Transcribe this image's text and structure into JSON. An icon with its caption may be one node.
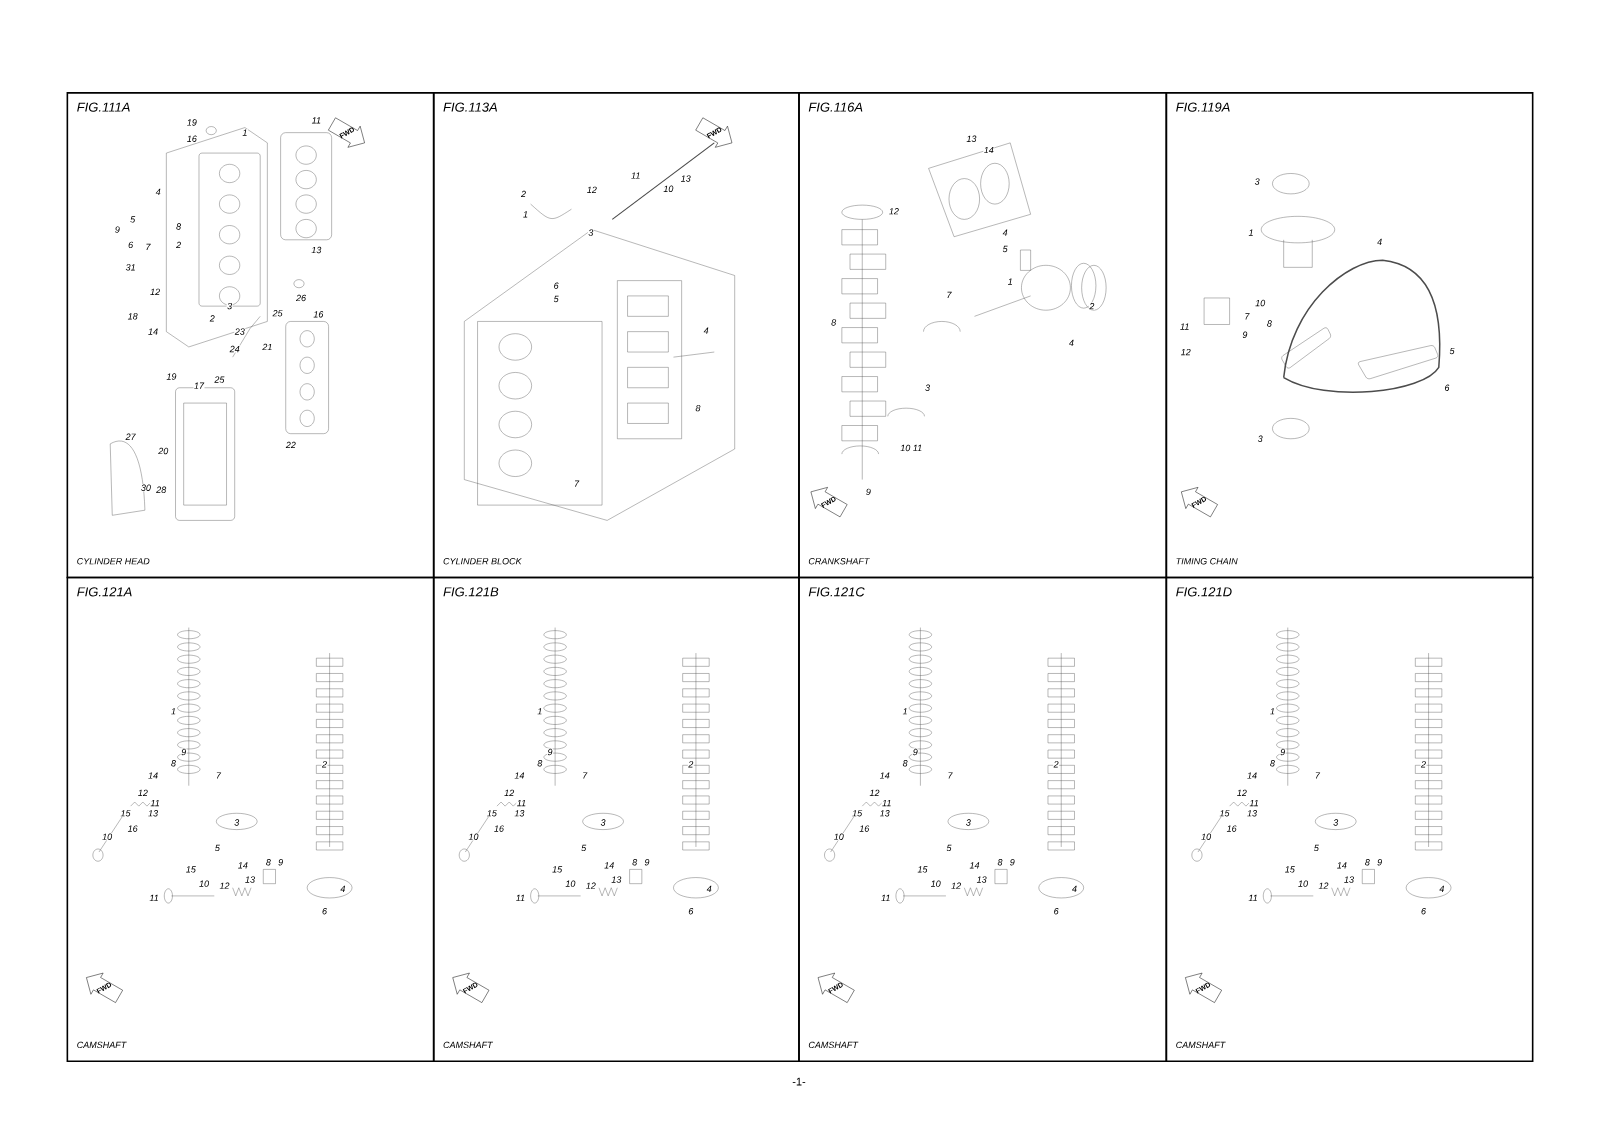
{
  "diagram": {
    "nodes": [
      {
        "text": [
          "FIG.111A",
          "CYLINDER HEAD"
        ]
      },
      {
        "text": [
          "FIG.113A",
          "CYLINDER BLOCK"
        ]
      },
      {
        "text": [
          "FIG.116A",
          "CRANKSHAFT"
        ]
      },
      {
        "text": [
          "FIG.119A",
          "TIMING CHAIN"
        ]
      },
      {
        "text": [
          "FIG.121A",
          "CAMSHAFT"
        ]
      },
      {
        "text": [
          "FIG.121B",
          "CAMSHAFT"
        ]
      },
      {
        "text": [
          "FIG.121C",
          "CAMSHAFT"
        ]
      },
      {
        "text": [
          "FIG.121D",
          "CAMSHAFT"
        ]
      }
    ],
    "labels": [
      "19",
      "16",
      "1",
      "11",
      "4",
      "9",
      "5",
      "6",
      "7",
      "8",
      "2",
      "31",
      "12",
      "3",
      "2",
      "18",
      "14",
      "13",
      "26",
      "25",
      "23",
      "24",
      "16",
      "21",
      "19",
      "17",
      "25",
      "22",
      "27",
      "20",
      "30",
      "28",
      "FWD",
      "2",
      "12",
      "11",
      "10",
      "13",
      "1",
      "3",
      "6",
      "5",
      "4",
      "8",
      "7",
      "FWD",
      "13",
      "12",
      "14",
      "4",
      "5",
      "1",
      "7",
      "8",
      "2",
      "4",
      "3",
      "10 11",
      "9",
      "FWD",
      "3",
      "1",
      "4",
      "10",
      "7",
      "8",
      "11",
      "9",
      "5",
      "12",
      "6",
      "3",
      "FWD",
      "1",
      "9",
      "8",
      "14",
      "12",
      "11",
      "13",
      "15",
      "16",
      "10",
      "7",
      "3",
      "5",
      "2",
      "15",
      "14",
      "8",
      "9",
      "13",
      "10",
      "12",
      "11",
      "4",
      "6",
      "FWD",
      "1",
      "9",
      "8",
      "14",
      "12",
      "11",
      "13",
      "15",
      "16",
      "10",
      "7",
      "3",
      "5",
      "2",
      "15",
      "14",
      "8",
      "9",
      "13",
      "10",
      "12",
      "11",
      "4",
      "6",
      "FWD",
      "1",
      "9",
      "8",
      "14",
      "12",
      "11",
      "13",
      "15",
      "16",
      "10",
      "7",
      "3",
      "5",
      "2",
      "15",
      "14",
      "8",
      "9",
      "13",
      "10",
      "12",
      "11",
      "4",
      "6",
      "FWD",
      "1",
      "9",
      "8",
      "14",
      "12",
      "11",
      "13",
      "15",
      "16",
      "10",
      "7",
      "3",
      "5",
      "2",
      "15",
      "14",
      "8",
      "9",
      "13",
      "10",
      "12",
      "11",
      "4",
      "6",
      "FWD",
      "-1-"
    ]
  }
}
